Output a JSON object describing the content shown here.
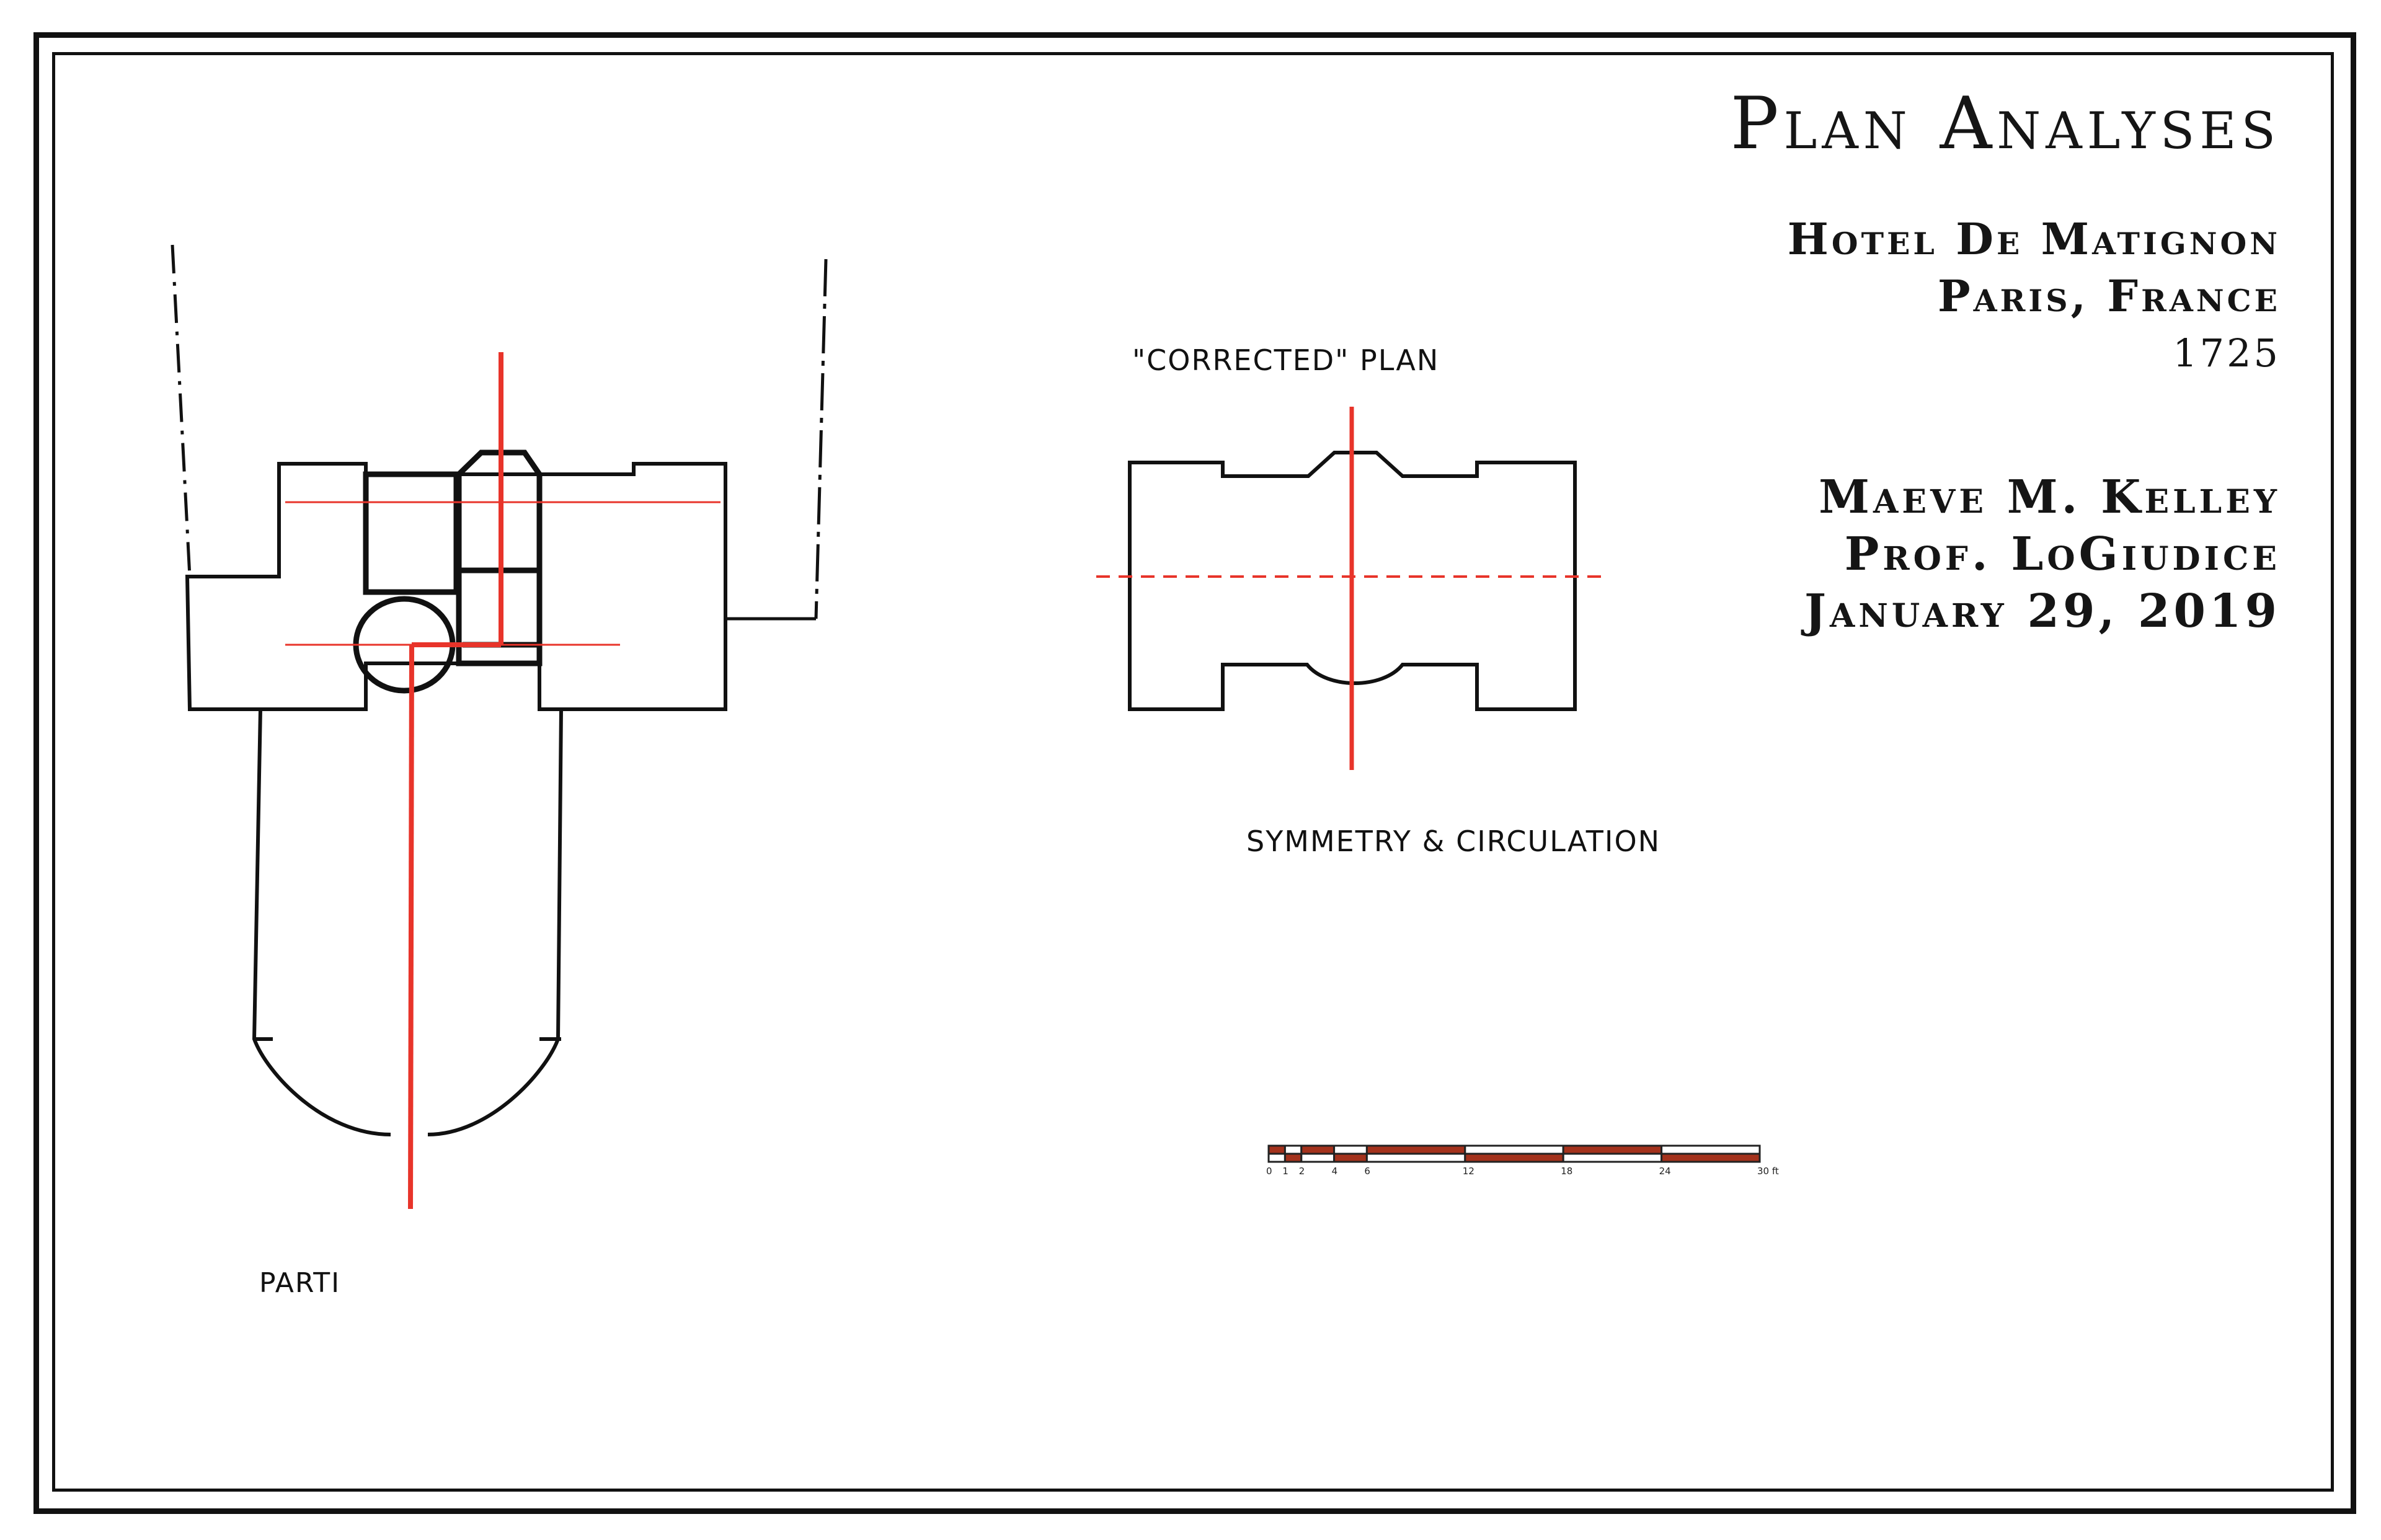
{
  "sheet": {
    "title": "Plan Analyses",
    "building": "Hotel De Matignon",
    "location": "Paris, France",
    "year": "1725",
    "author": "Maeve M. Kelley",
    "professor": "Prof. LoGiudice",
    "date": "January 29, 2019"
  },
  "labels": {
    "corrected_plan": "\"CORRECTED\" PLAN",
    "symmetry": "SYMMETRY & CIRCULATION",
    "parti": "PARTI"
  },
  "scale_bar": {
    "ticks": [
      "0",
      "1",
      "2",
      "4",
      "6",
      "12",
      "18",
      "24",
      "30 ft"
    ],
    "colors": {
      "filled": "#a4321c",
      "empty": "#ffffff",
      "outline": "#222222"
    }
  },
  "colors": {
    "line": "#111111",
    "axis": "#e8342a"
  }
}
